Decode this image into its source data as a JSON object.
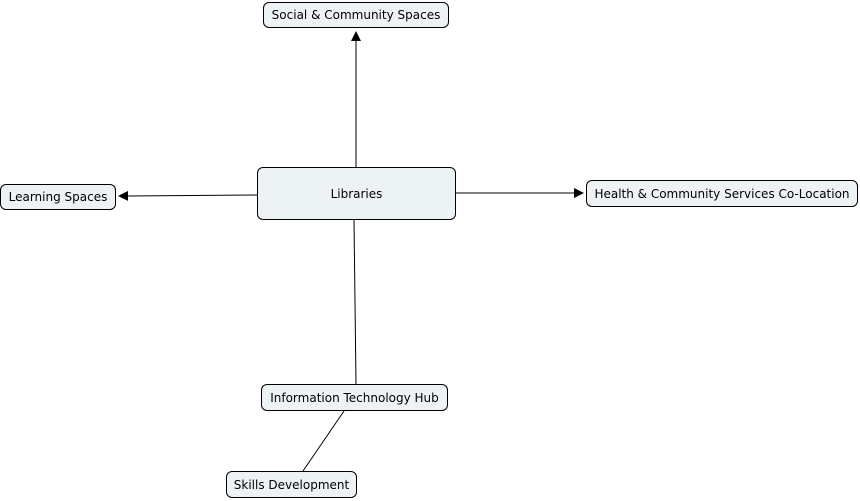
{
  "diagram": {
    "colors": {
      "node_fill": "#edf3f5",
      "node_border": "#000000",
      "edge": "#000000"
    },
    "nodes": {
      "social": {
        "label": "Social & Community Spaces"
      },
      "learning": {
        "label": "Learning Spaces"
      },
      "libraries": {
        "label": "Libraries"
      },
      "health": {
        "label": "Health & Community Services Co-Location"
      },
      "it": {
        "label": "Information Technology Hub"
      },
      "skills": {
        "label": "Skills Development"
      }
    },
    "edges": [
      {
        "from": "libraries",
        "to": "social",
        "arrow": true
      },
      {
        "from": "libraries",
        "to": "learning",
        "arrow": true
      },
      {
        "from": "libraries",
        "to": "health",
        "arrow": true
      },
      {
        "from": "libraries",
        "to": "it",
        "arrow": false
      },
      {
        "from": "it",
        "to": "skills",
        "arrow": false
      }
    ]
  }
}
